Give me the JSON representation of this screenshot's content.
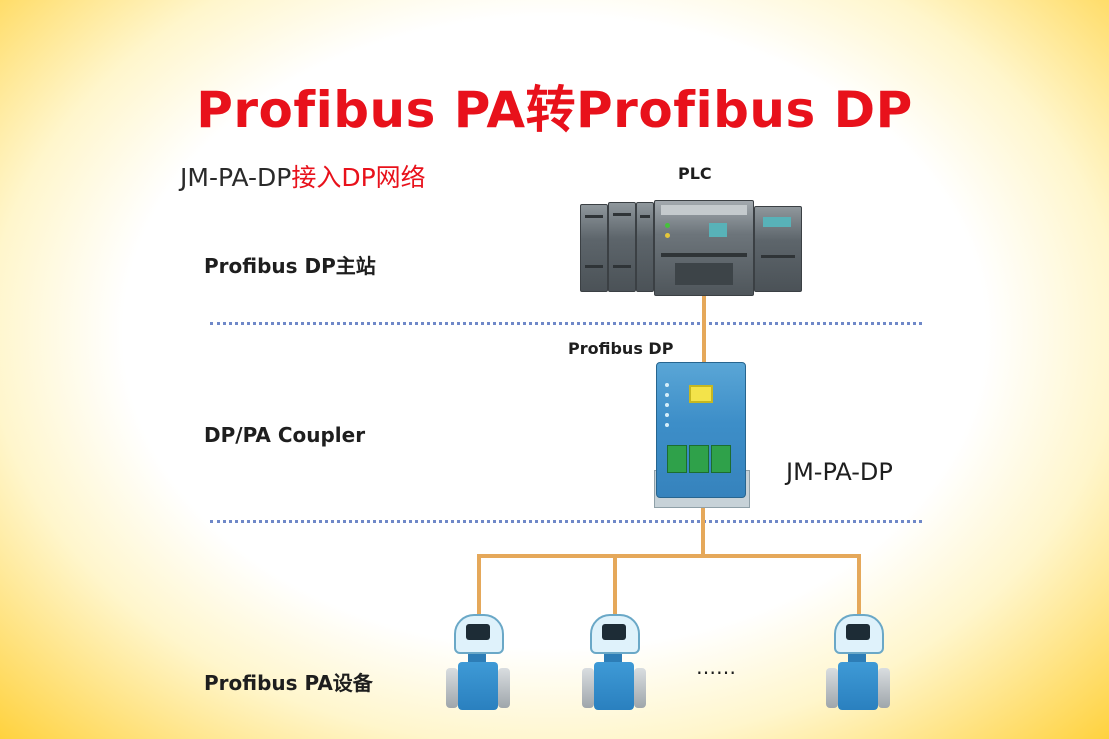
{
  "title": "Profibus PA转Profibus DP",
  "subtitle": {
    "part1": "JM-PA-DP",
    "part2": "接入DP网络"
  },
  "levels": {
    "master": "Profibus DP主站",
    "coupler": "DP/PA Coupler",
    "devices": "Profibus PA设备"
  },
  "nodes": {
    "plc": "PLC",
    "dp_link": "Profibus DP",
    "gateway": "JM-PA-DP",
    "ellipsis": "……"
  },
  "colors": {
    "title": "#e8111b",
    "wire": "#e5a85a",
    "divider": "#6f88c8",
    "background_edge": "#ffd23e"
  }
}
